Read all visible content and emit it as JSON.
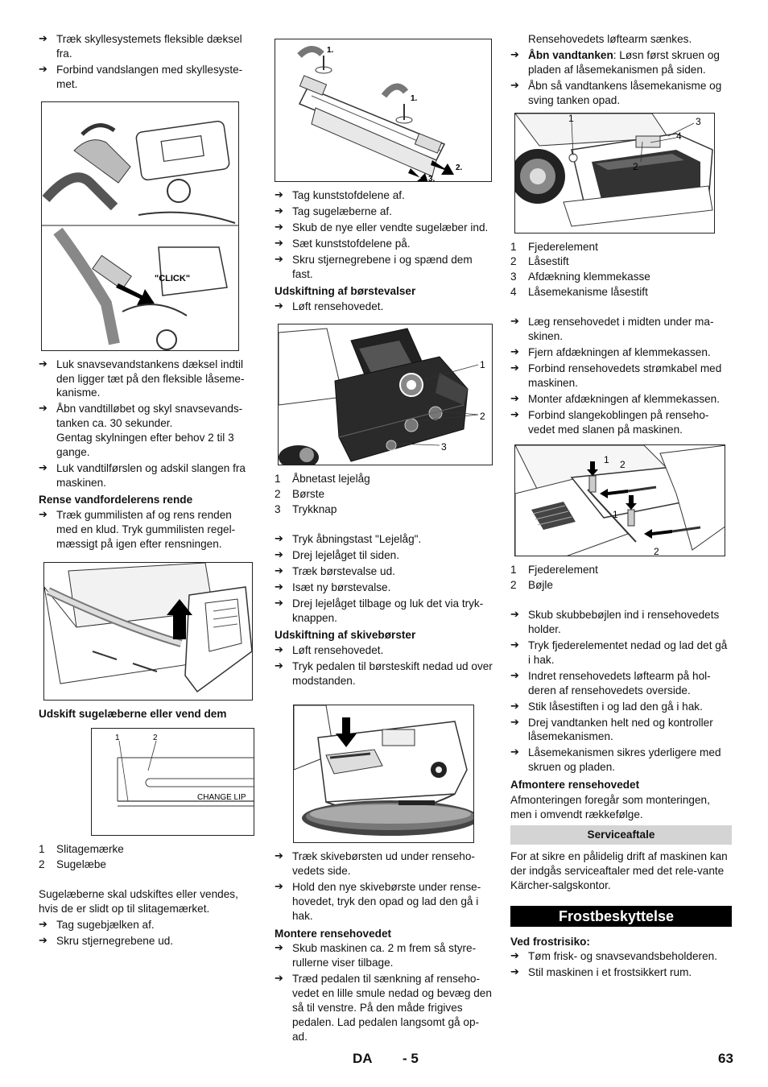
{
  "col1": {
    "steps_a": [
      "Træk skyllesystemets fleksible dæksel fra.",
      "Forbind vandslangen med skyllesyste-met."
    ],
    "fig1_callout": "\"CLICK\"",
    "steps_b": [
      "Luk snavsevandstankens dæksel indtil den ligger tæt på den fleksible låseme-kanisme.",
      "Åbn vandtilløbet og skyl snavsevands-tanken ca. 30 sekunder."
    ],
    "note_b": "Gentag skylningen efter behov 2 til 3 gange.",
    "steps_c": [
      "Luk vandtilførslen og adskil slangen fra maskinen."
    ],
    "head_rende": "Rense vandfordelerens rende",
    "steps_rende": [
      "Træk gummilisten af og rens renden med en klud. Tryk gummilisten regel-mæssigt på igen efter rensningen."
    ],
    "head_sugelaeber": "Udskift sugelæberne eller vend dem",
    "fig3": {
      "n1": "1",
      "n2": "2",
      "label": "CHANGE LIP"
    },
    "legend": [
      {
        "n": "1",
        "t": "Slitagemærke"
      },
      {
        "n": "2",
        "t": "Sugelæbe"
      }
    ],
    "para": "Sugelæberne skal udskiftes eller vendes, hvis de er slidt op til slitagemærket.",
    "steps_d": [
      "Tag sugebjælken af.",
      "Skru stjernegrebene ud."
    ]
  },
  "col2": {
    "fig_labels": {
      "a": "1.",
      "b": "1.",
      "c": "2.",
      "d": "3."
    },
    "steps_a": [
      "Tag kunststofdelene af.",
      "Tag sugelæberne af.",
      "Skub de nye eller vendte sugelæber ind.",
      "Sæt kunststofdelene på.",
      "Skru stjernegrebene i og spænd dem fast."
    ],
    "head_borste": "Udskiftning af børstevalser",
    "steps_borste": [
      "Løft rensehovedet."
    ],
    "fig2_nums": {
      "n1": "1",
      "n2": "2",
      "n3": "3"
    },
    "legend": [
      {
        "n": "1",
        "t": "Åbnetast lejelåg"
      },
      {
        "n": "2",
        "t": "Børste"
      },
      {
        "n": "3",
        "t": "Trykknap"
      }
    ],
    "steps_b": [
      "Tryk åbningstast \"Lejelåg\".",
      "Drej lejelåget til siden.",
      "Træk børstevalse ud.",
      "Isæt ny børstevalse.",
      "Drej lejelåget tilbage og luk det via tryk-knappen."
    ],
    "head_skive": "Udskiftning af skivebørster",
    "steps_skive": [
      "Løft rensehovedet.",
      "Tryk pedalen til børsteskift nedad ud over modstanden."
    ],
    "steps_c": [
      "Træk skivebørsten ud under renseho-vedets side.",
      "Hold den nye skivebørste under rense-hovedet, tryk den opad og lad den gå i hak."
    ],
    "head_montere": "Montere rensehovedet",
    "steps_montere": [
      "Skub maskinen ca. 2 m frem så styre-rullerne viser tilbage.",
      "Træd pedalen til sænkning af renseho-vedet en lille smule nedad og bevæg den så til venstre. På den måde frigives pedalen. Lad pedalen langsomt gå op-ad."
    ]
  },
  "col3": {
    "cont": "Rensehovedets løftearm sænkes.",
    "step_bold": "Åbn vandtanken",
    "step_bold_rest": ": Løsn først skruen og pladen af låsemekanismen på siden.",
    "steps_a": [
      "Åbn så vandtankens låsemekanisme og sving tanken opad."
    ],
    "fig1_nums": {
      "n1": "1",
      "n2": "2",
      "n3": "3",
      "n4": "4"
    },
    "legend1": [
      {
        "n": "1",
        "t": "Fjederelement"
      },
      {
        "n": "2",
        "t": "Låsestift"
      },
      {
        "n": "3",
        "t": "Afdækning klemmekasse"
      },
      {
        "n": "4",
        "t": "Låsemekanisme låsestift"
      }
    ],
    "steps_b": [
      "Læg rensehovedet i midten under ma-skinen.",
      "Fjern afdækningen af klemmekassen.",
      "Forbind rensehovedets strømkabel med maskinen.",
      "Monter afdækningen af klemmekassen.",
      "Forbind slangekoblingen på renseho-vedet med slanen på maskinen."
    ],
    "fig2_nums": {
      "n1": "1",
      "n2": "2",
      "n3": "1",
      "n4": "2"
    },
    "legend2": [
      {
        "n": "1",
        "t": "Fjederelement"
      },
      {
        "n": "2",
        "t": "Bøjle"
      }
    ],
    "steps_c": [
      "Skub skubbebøjlen ind i rensehovedets holder.",
      "Tryk fjederelementet nedad og lad det gå i hak.",
      "Indret rensehovedets løftearm på hol-deren af rensehovedets overside.",
      "Stik låsestiften i og lad den gå i hak.",
      "Drej vandtanken helt ned og kontroller låsemekanismen.",
      "Låsemekanismen sikres yderligere med skruen og pladen."
    ],
    "head_afmontere": "Afmontere rensehovedet",
    "para_afmontere": "Afmonteringen foregår som monteringen, men i omvendt rækkefølge.",
    "band": "Serviceaftale",
    "para_service": "For at sikre en pålidelig drift af maskinen kan der indgås serviceaftaler med det rele-vante Kärcher-salgskontor.",
    "section": "Frostbeskyttelse",
    "head_frost": "Ved frostrisiko:",
    "steps_frost": [
      "Tøm frisk- og snavsevandsbeholderen.",
      "Stil maskinen i et frostsikkert rum."
    ]
  },
  "footer": {
    "lang": "DA",
    "page_local": "- 5",
    "page": "63"
  }
}
